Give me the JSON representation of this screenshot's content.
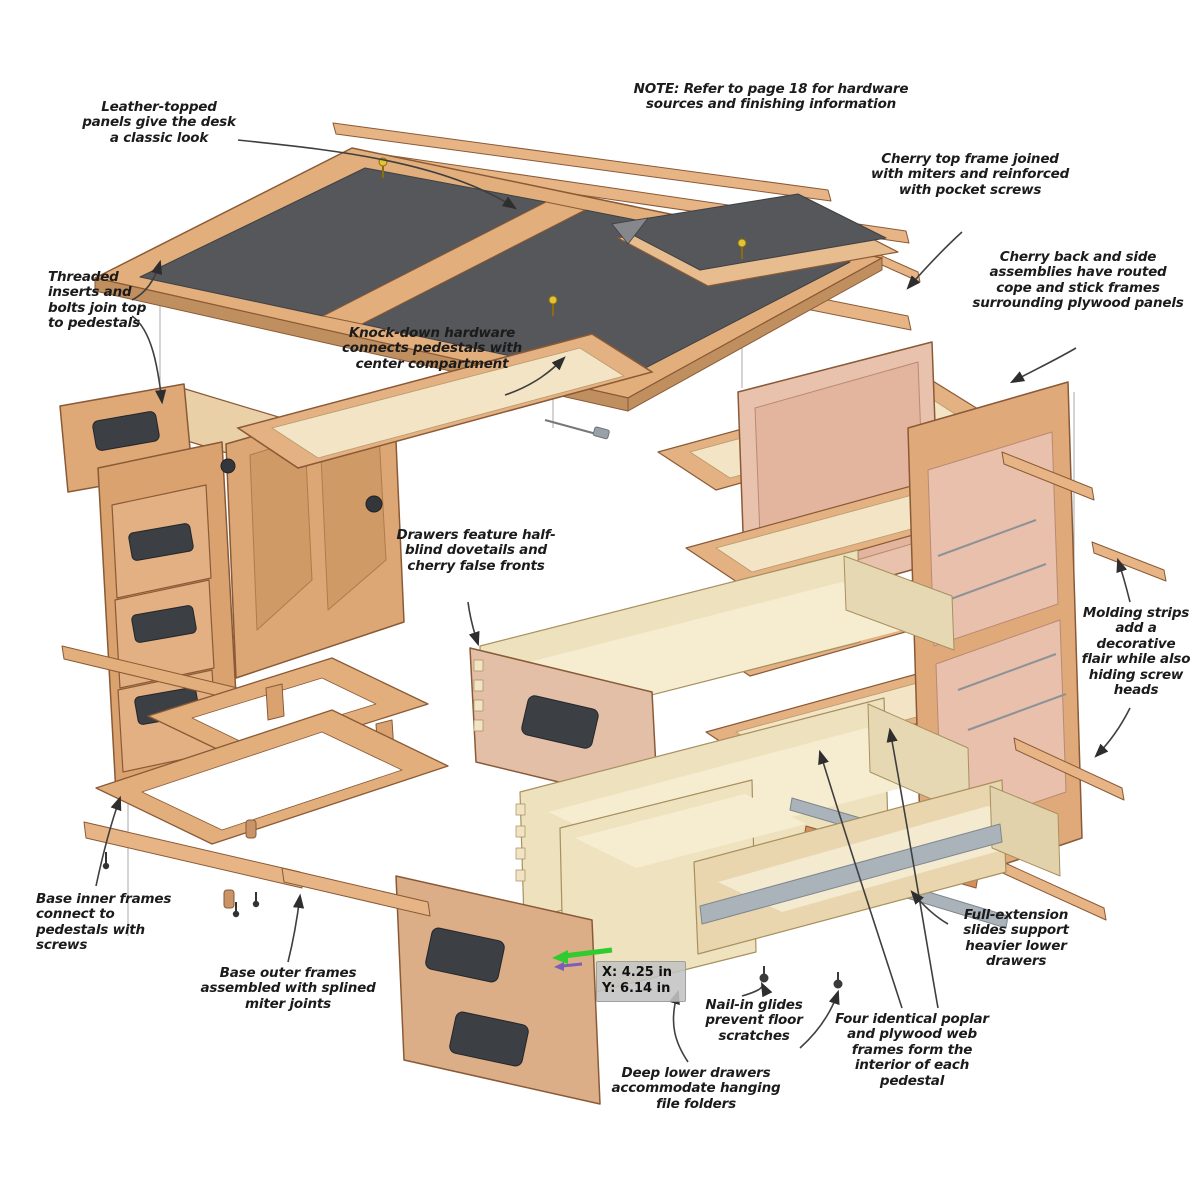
{
  "callouts": {
    "leather_topped": {
      "text": "Leather-topped panels give the desk a classic look"
    },
    "note": {
      "text": "NOTE: Refer to page 18 for hardware sources and finishing information"
    },
    "cherry_top_frame": {
      "text": "Cherry top frame joined with miters and reinforced with pocket screws"
    },
    "cherry_back_side": {
      "text": "Cherry back and side assemblies have routed cope and stick frames surrounding plywood panels"
    },
    "threaded_inserts": {
      "text": "Threaded inserts and bolts join top to pedestals"
    },
    "knock_down": {
      "text": "Knock-down hardware connects pedestals with center compartment"
    },
    "dovetails": {
      "text": "Drawers feature half-blind dovetails and cherry false fronts"
    },
    "molding_strips": {
      "text": "Molding strips add a decorative flair while also hiding screw heads"
    },
    "base_inner": {
      "text": "Base inner frames connect to pedestals with screws"
    },
    "base_outer": {
      "text": "Base outer frames assembled with splined miter joints"
    },
    "nail_in_glides": {
      "text": "Nail-in glides prevent floor scratches"
    },
    "deep_lower": {
      "text": "Deep lower drawers accommodate hanging file folders"
    },
    "web_frames": {
      "text": "Four identical poplar and plywood web frames form the interior of each pedestal"
    },
    "full_extension": {
      "text": "Full-extension slides support heavier lower drawers"
    }
  },
  "overlay": {
    "x_label": "X: 4.25 in",
    "y_label": "Y: 6.14 in"
  },
  "colors": {
    "wood_light": "#eee1bd",
    "wood_cream": "#f6edd0",
    "wood_mid": "#e2ae7c",
    "wood_tan": "#d9a26f",
    "wood_outline": "#8a5a36",
    "cherry_pink": "#e8c0ac",
    "leather_gray": "#55575a",
    "pull_dark": "#3c3f44",
    "slide_metal": "#aab2ba",
    "screw_yellow": "#e3c235",
    "leader_line": "#3f3f3f",
    "accent_green": "#2ecc2e",
    "accent_purple": "#7a5fb5",
    "overlay_bg": "#c3c3c3"
  }
}
